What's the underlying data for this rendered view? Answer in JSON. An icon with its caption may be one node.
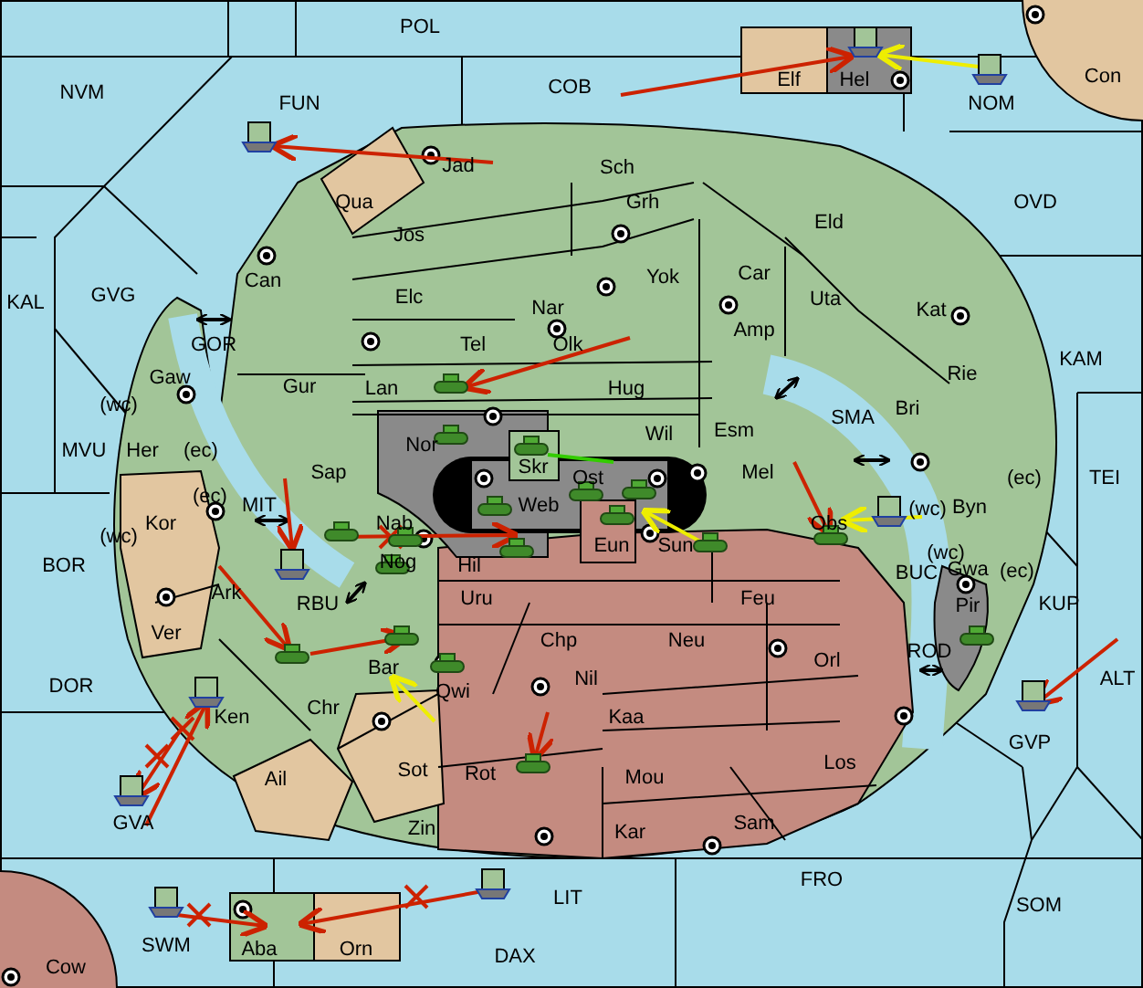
{
  "diagram": {
    "labels": [
      "POL",
      "Elf",
      "Hel",
      "Con",
      "NOM",
      "NVM",
      "FUN",
      "COB",
      "Jad",
      "Sch",
      "Qua",
      "OVD",
      "Jos",
      "Grh",
      "Eld",
      "KAL",
      "GVG",
      "Can",
      "Yok",
      "Car",
      "Uta",
      "Kat",
      "Elc",
      "Nar",
      "GOR",
      "Tel",
      "Olk",
      "Amp",
      "KAM",
      "Gaw",
      "Gur",
      "Lan",
      "Hug",
      "Rie",
      "Bri",
      "SMA",
      "Wil",
      "Esm",
      "MVU",
      "(wc)",
      "Her",
      "(ec)",
      "Nor",
      "Sap",
      "Skr",
      "Ost",
      "Mel",
      "(ec)",
      "TEI",
      "(ec)",
      "Web",
      "(wc)",
      "Byn",
      "Kor",
      "MIT",
      "Nab",
      "Eun",
      "Sun",
      "Obs",
      "(wc)",
      "Gwa",
      "(ec)",
      "(wc)",
      "BOR",
      "Hil",
      "RBU",
      "Nog",
      "BUC",
      "Pir",
      "KUP",
      "Ark",
      "Uru",
      "Feu",
      "Chp",
      "Neu",
      "Orl",
      "Ver",
      "Bar",
      "DOR",
      "Nil",
      "ROD",
      "ALT",
      "Qwi",
      "Ken",
      "Chr",
      "Kaa",
      "Sot",
      "Rot",
      "Mou",
      "Los",
      "GVP",
      "GVA",
      "Ail",
      "Zin",
      "Kar",
      "Sam",
      "FRO",
      "SOM",
      "LIT",
      "SWM",
      "Aba",
      "Orn",
      "DAX",
      "Cow"
    ]
  }
}
